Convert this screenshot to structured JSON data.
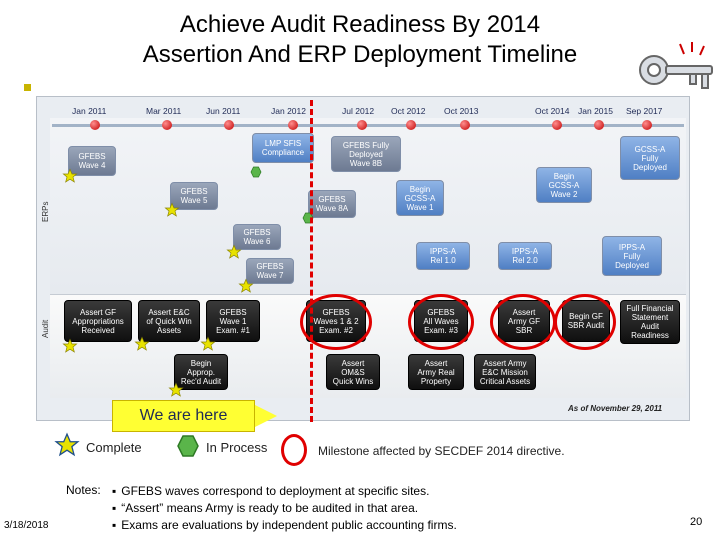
{
  "title": {
    "line1": "Achieve Audit Readiness By 2014",
    "line2": "Assertion And ERP Deployment Timeline"
  },
  "side_labels": {
    "erps": "ERPs",
    "audit": "Audit"
  },
  "timeline": {
    "dates": [
      "Jan 2011",
      "Mar 2011",
      "Jun 2011",
      "Jan 2012",
      "Jul 2012",
      "Oct 2012",
      "Oct 2013",
      "Oct 2014",
      "Jan 2015",
      "Sep 2017"
    ]
  },
  "erp_boxes": {
    "gfebs_w4": "GFEBS\nWave 4",
    "gfebs_w5": "GFEBS\nWave 5",
    "gfebs_w6": "GFEBS\nWave 6",
    "gfebs_w7": "GFEBS\nWave 7",
    "lmp_sfis": "LMP SFIS\nCompliance",
    "gfebs_w8b": "GFEBS Fully\nDeployed\nWave 8B",
    "gfebs_w8a": "GFEBS\nWave 8A",
    "begin_gcss_w1": "Begin\nGCSS-A\nWave 1",
    "begin_gcss_w2": "Begin\nGCSS-A\nWave 2",
    "gcss_full": "GCSS-A\nFully\nDeployed",
    "ippsa_r1": "IPPS-A\nRel 1.0",
    "ippsa_r2": "IPPS-A\nRel 2.0",
    "ippsa_full": "IPPS-A\nFully\nDeployed"
  },
  "audit_boxes": {
    "assert_gf": "Assert GF\nAppropriations\nReceived",
    "assert_ec": "Assert E&C\nof Quick Win\nAssets",
    "gfebs_exam1": "GFEBS\nWave 1\nExam. #1",
    "gfebs_exam2": "GFEBS\nWaves 1 & 2\nExam. #2",
    "gfebs_exam3": "GFEBS\nAll Waves\nExam. #3",
    "assert_sbr": "Assert\nArmy GF\nSBR",
    "begin_sbr_audit": "Begin GF\nSBR Audit",
    "full_fs": "Full Financial\nStatement\nAudit\nReadiness",
    "begin_approp": "Begin\nApprop.\nRec'd Audit",
    "assert_ome": "Assert\nOM&S\nQuick Wins",
    "assert_real": "Assert\nArmy Real\nProperty",
    "assert_mission": "Assert Army\nE&C Mission\nCritical Assets"
  },
  "callout": "We are here",
  "as_of": "As of November 29, 2011",
  "legend": {
    "complete": "Complete",
    "in_process": "In Process",
    "milestone": "Milestone affected by SECDEF 2014 directive."
  },
  "notes": {
    "label": "Notes:",
    "items": [
      "GFEBS waves correspond to deployment at specific sites.",
      "“Assert” means Army is ready to be audited in that area.",
      "Exams are evaluations by independent public accounting firms."
    ]
  },
  "footer": {
    "date": "3/18/2018",
    "page": "20"
  },
  "colors": {
    "milestone_red": "#e00000",
    "star_yellow": "#e8e200",
    "in_process_green": "#5ab54a",
    "callout_yellow": "#ffff33"
  },
  "icons": [
    "keys-icon",
    "star-icon",
    "hexagon-icon",
    "red-ring-icon"
  ]
}
